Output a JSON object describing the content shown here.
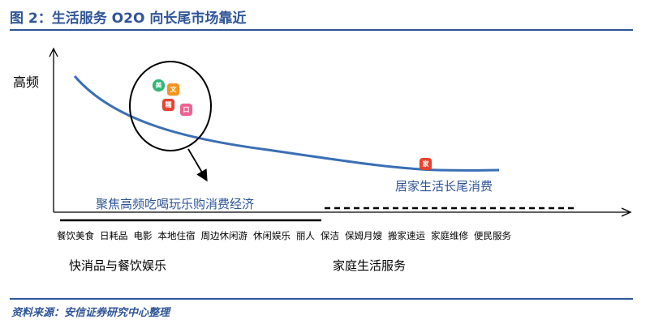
{
  "title": "图 2：生活服务 O2O 向长尾市场靠近",
  "source": "资料来源：安信证券研究中心整理",
  "diagram": {
    "axis_label_frequency": "高频",
    "focus_label": "聚焦高频吃喝玩乐购消费经济",
    "longtail_label": "居家生活长尾消费",
    "categories": [
      "餐饮美食",
      "日耗品",
      "电影",
      "本地住宿",
      "周边休闲游",
      "休闲娱乐",
      "丽人",
      "保洁",
      "保姆月嫂",
      "搬家速运",
      "家庭维修",
      "便民服务"
    ],
    "group_fmcg": "快消品与餐饮娱乐",
    "group_home": "家庭生活服务",
    "icons": [
      "meituan-icon",
      "dianping-icon",
      "nuomi-icon",
      "koubei-icon",
      "daojia-icon"
    ],
    "colors": {
      "title": "#2f5597",
      "curve": "#3a6fb5",
      "icon_green": "#2bb673",
      "icon_orange": "#f7941d",
      "icon_red": "#e8432e",
      "icon_pink": "#f06292"
    }
  }
}
